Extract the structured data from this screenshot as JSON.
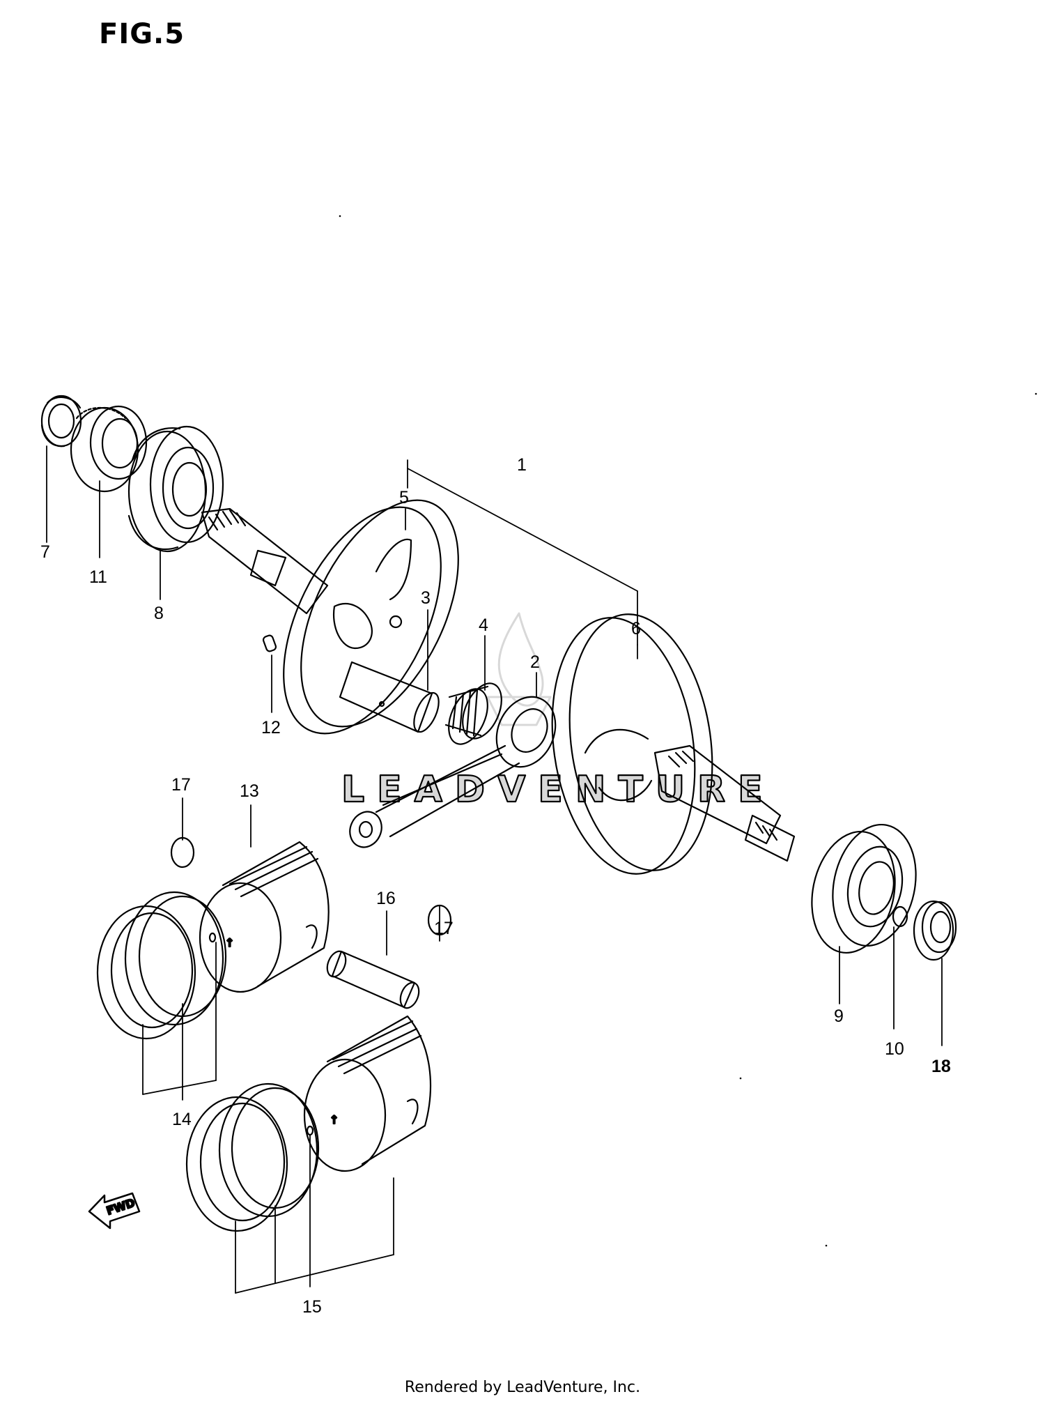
{
  "figure": {
    "title": "FIG.5",
    "watermark": "LEADVENTURE",
    "fwd_label": "FWD",
    "footer": "Rendered by LeadVenture, Inc."
  },
  "callouts": {
    "c1": "1",
    "c2": "2",
    "c3": "3",
    "c4": "4",
    "c5": "5",
    "c6": "6",
    "c7": "7",
    "c8": "8",
    "c9": "9",
    "c10": "10",
    "c11": "11",
    "c12": "12",
    "c13": "13",
    "c14": "14",
    "c15": "15",
    "c16": "16",
    "c17a": "17",
    "c17b": "17",
    "c18": "18"
  },
  "colors": {
    "line": "#000000",
    "background": "#ffffff",
    "watermark": "#d8d8d8"
  }
}
